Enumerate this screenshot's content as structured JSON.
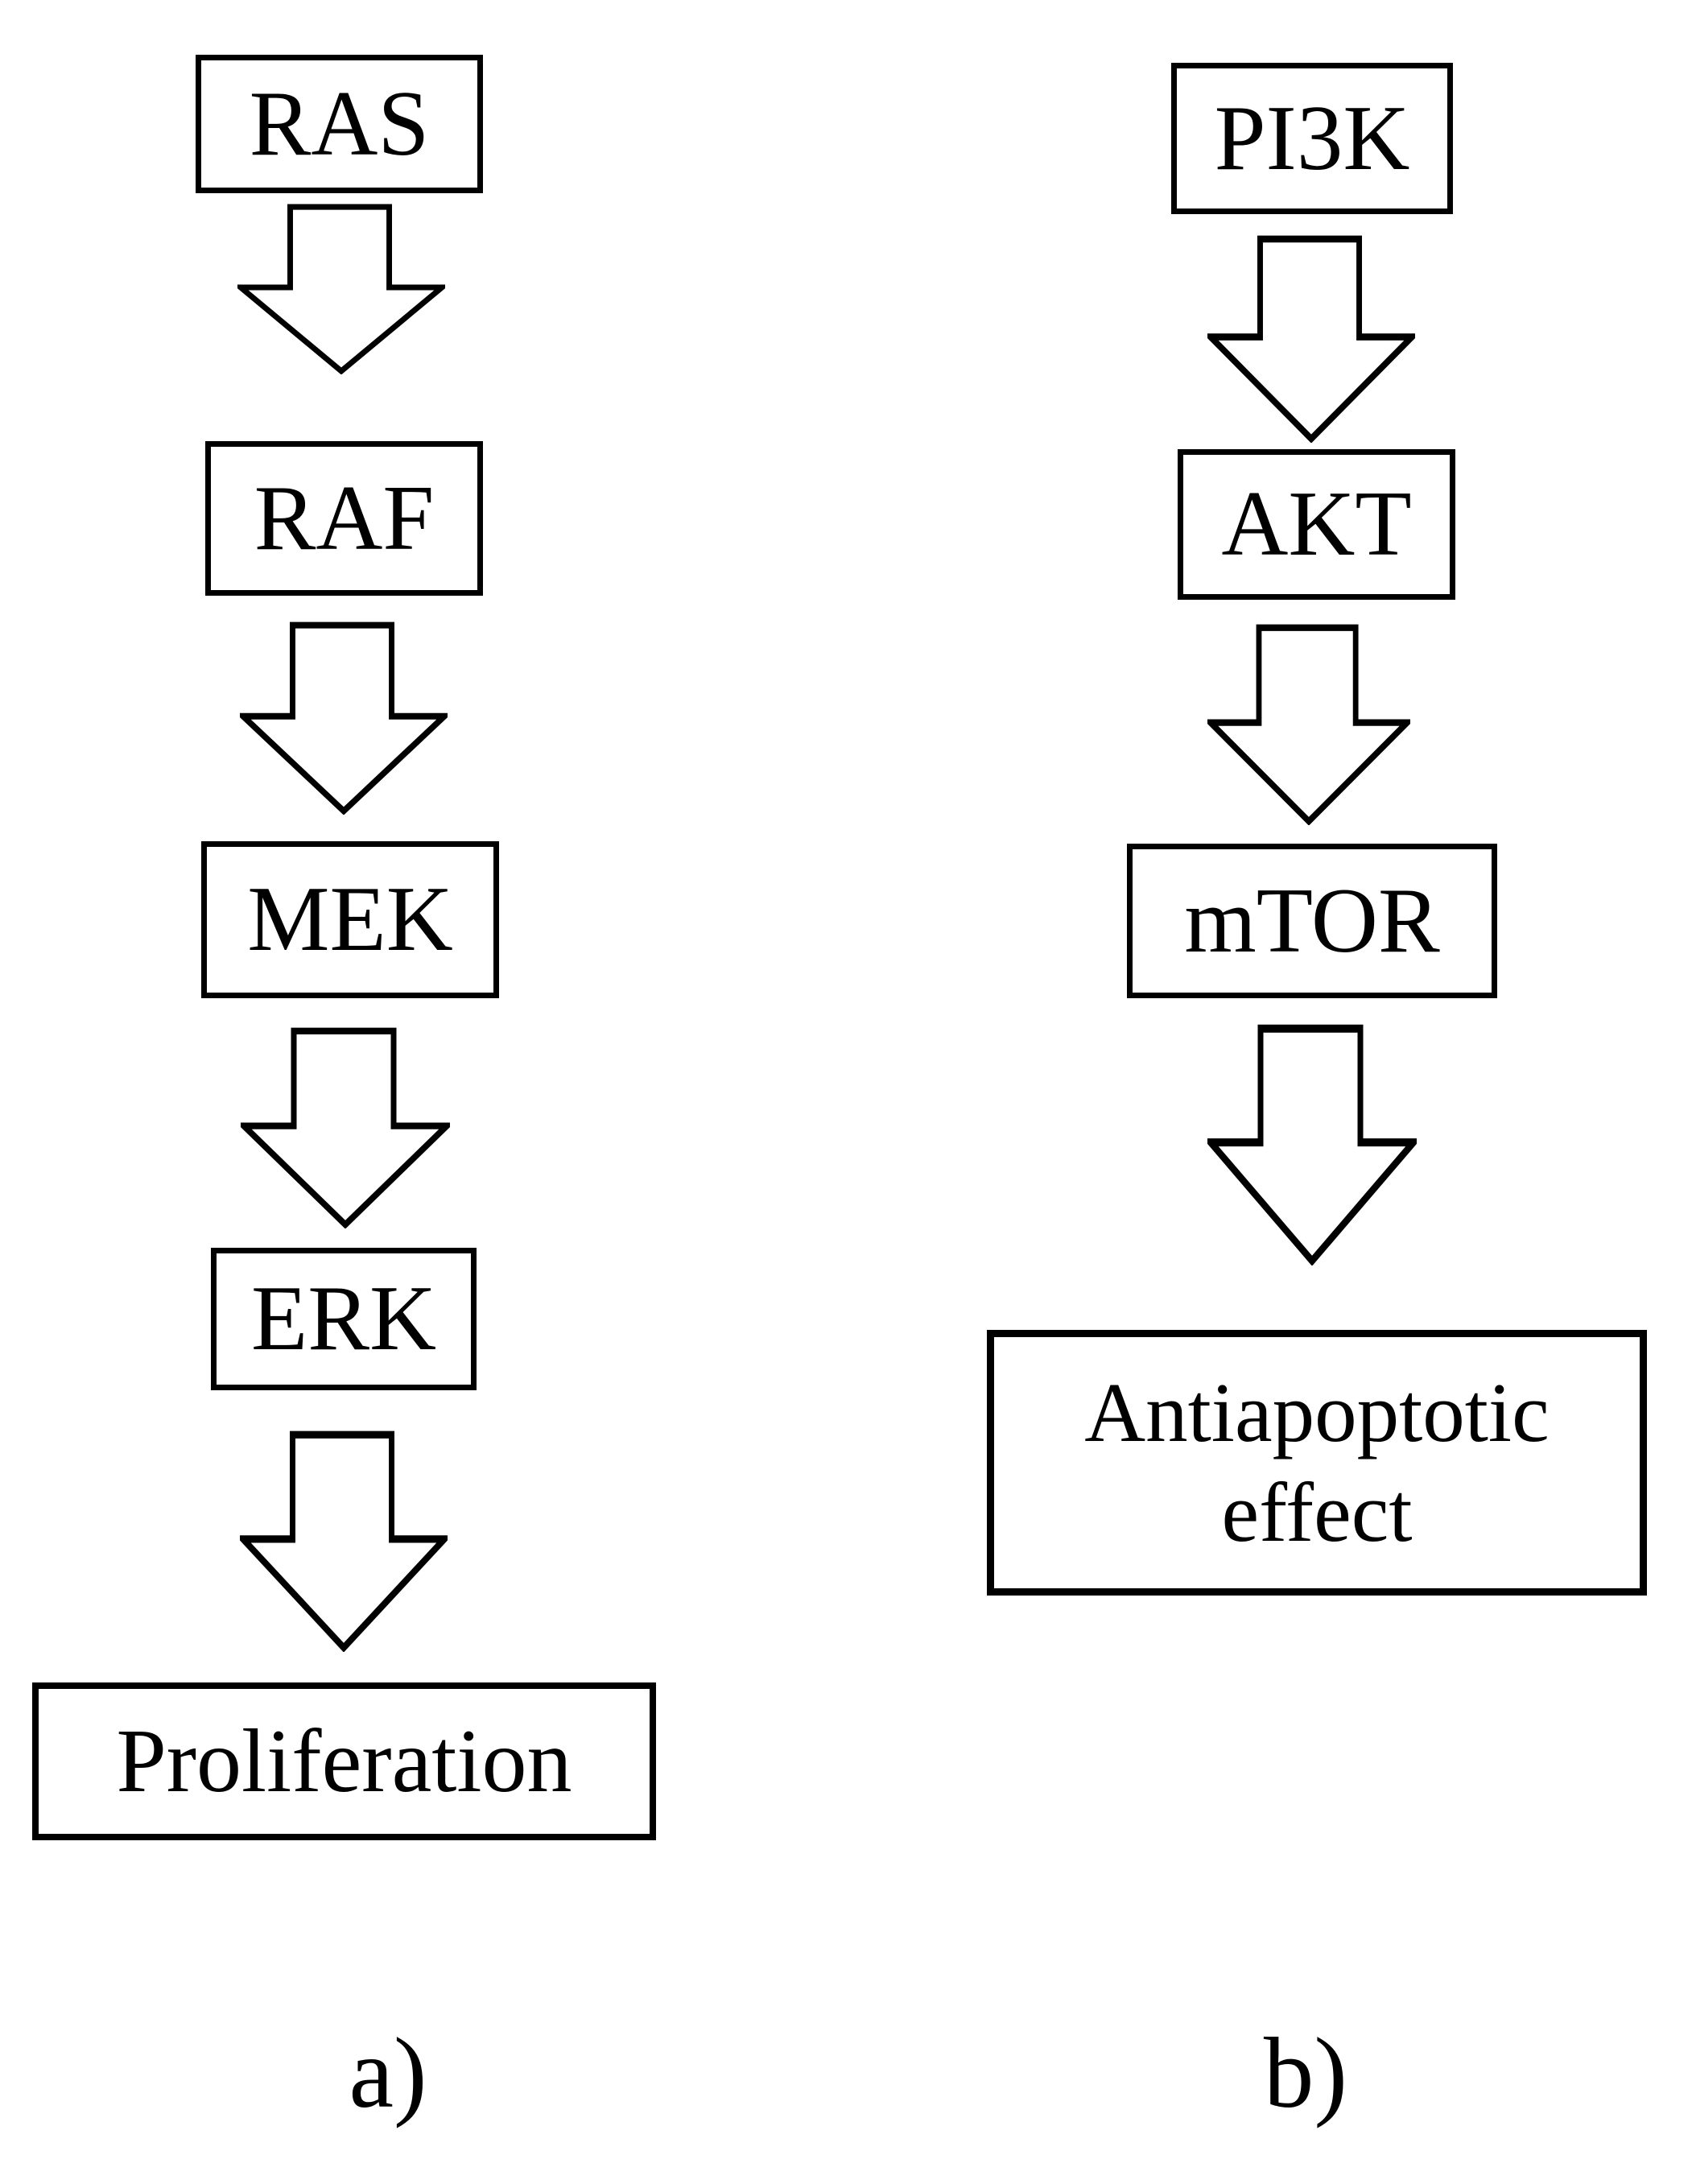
{
  "colors": {
    "background": "#ffffff",
    "stroke": "#000000",
    "text": "#000000"
  },
  "pathways": [
    {
      "label": "a)",
      "nodes": [
        "RAS",
        "RAF",
        "MEK",
        "ERK",
        "Proliferation"
      ]
    },
    {
      "label": "b)",
      "nodes": [
        "PI3K",
        "AKT",
        "mTOR",
        "Antiapoptotic effect"
      ]
    }
  ],
  "icons": [
    {
      "name": "down-arrow-icon",
      "shape": "hollow block arrow pointing down, black outline, white fill"
    }
  ]
}
